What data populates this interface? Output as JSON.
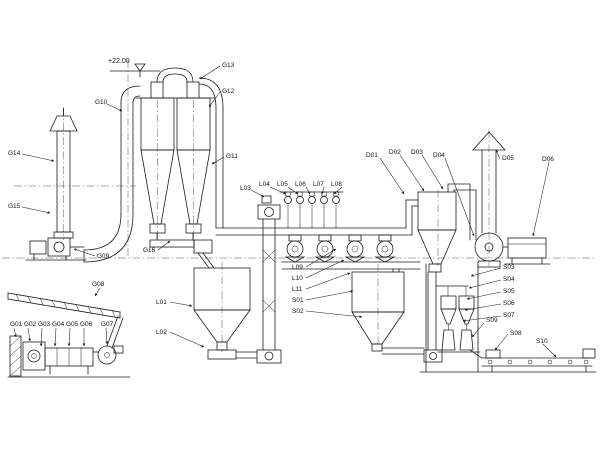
{
  "colors": {
    "background": "#ffffff",
    "line": "#1c1c1c",
    "label": "#111111"
  },
  "elevation": {
    "top": "+22.00"
  },
  "callouts": {
    "g01": "G01",
    "g02": "G02",
    "g03": "G03",
    "g04": "G04",
    "g05": "G05",
    "g06": "G06",
    "g07": "G07",
    "g08": "G08",
    "g09": "G09",
    "g10": "G10",
    "g11": "G11",
    "g12": "G12",
    "g13": "G13",
    "g14": "G14",
    "g15": "G15",
    "g16": "G16",
    "l01": "L01",
    "l02": "L02",
    "l03": "L03",
    "l04": "L04",
    "l05": "L05",
    "l06": "L06",
    "l07": "L07",
    "l08": "L08",
    "l09": "L09",
    "l10": "L10",
    "l11": "L11",
    "s01": "S01",
    "s02": "S02",
    "s03": "S03",
    "s04": "S04",
    "s05": "S05",
    "s06": "S06",
    "s07": "S07",
    "s08": "S08",
    "s09": "S09",
    "s10": "S10",
    "d01": "D01",
    "d02": "D02",
    "d03": "D03",
    "d04": "D04",
    "d05": "D05",
    "d06": "D06"
  }
}
